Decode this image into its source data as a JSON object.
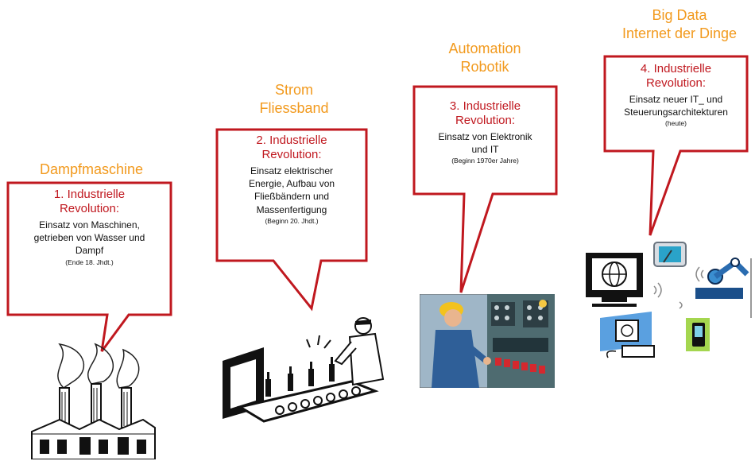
{
  "stages": [
    {
      "heading": [
        "Dampfmaschine"
      ],
      "title": [
        "1. Industrielle",
        "Revolution:"
      ],
      "body": [
        "Einsatz von Maschinen,",
        "getrieben von Wasser und",
        "Dampf"
      ],
      "note": "(Ende 18. Jhdt.)",
      "illustration": "factory-icon"
    },
    {
      "heading": [
        "Strom",
        "Fliessband"
      ],
      "title": [
        "2. Industrielle",
        "Revolution:"
      ],
      "body": [
        "Einsatz elektrischer",
        "Energie, Aufbau von",
        "Fließbändern und",
        "Massenfertigung"
      ],
      "note": "(Beginn 20. Jhdt.)",
      "illustration": "assembly-line-icon"
    },
    {
      "heading": [
        "Automation",
        "Robotik"
      ],
      "title": [
        "3. Industrielle",
        "Revolution:"
      ],
      "body": [
        "Einsatz von Elektronik",
        "und IT"
      ],
      "note": "(Beginn 1970er Jahre)",
      "illustration": "control-panel-worker-icon"
    },
    {
      "heading": [
        "Big Data",
        "Internet der Dinge"
      ],
      "title": [
        "4. Industrielle",
        "Revolution:"
      ],
      "body": [
        "Einsatz neuer IT_ und",
        "Steuerungsarchitekturen"
      ],
      "note": "(heute)",
      "illustration": "connected-devices-icon"
    }
  ],
  "colors": {
    "heading": "#f29a1e",
    "box_border": "#c0181f",
    "box_title": "#c0181f"
  }
}
